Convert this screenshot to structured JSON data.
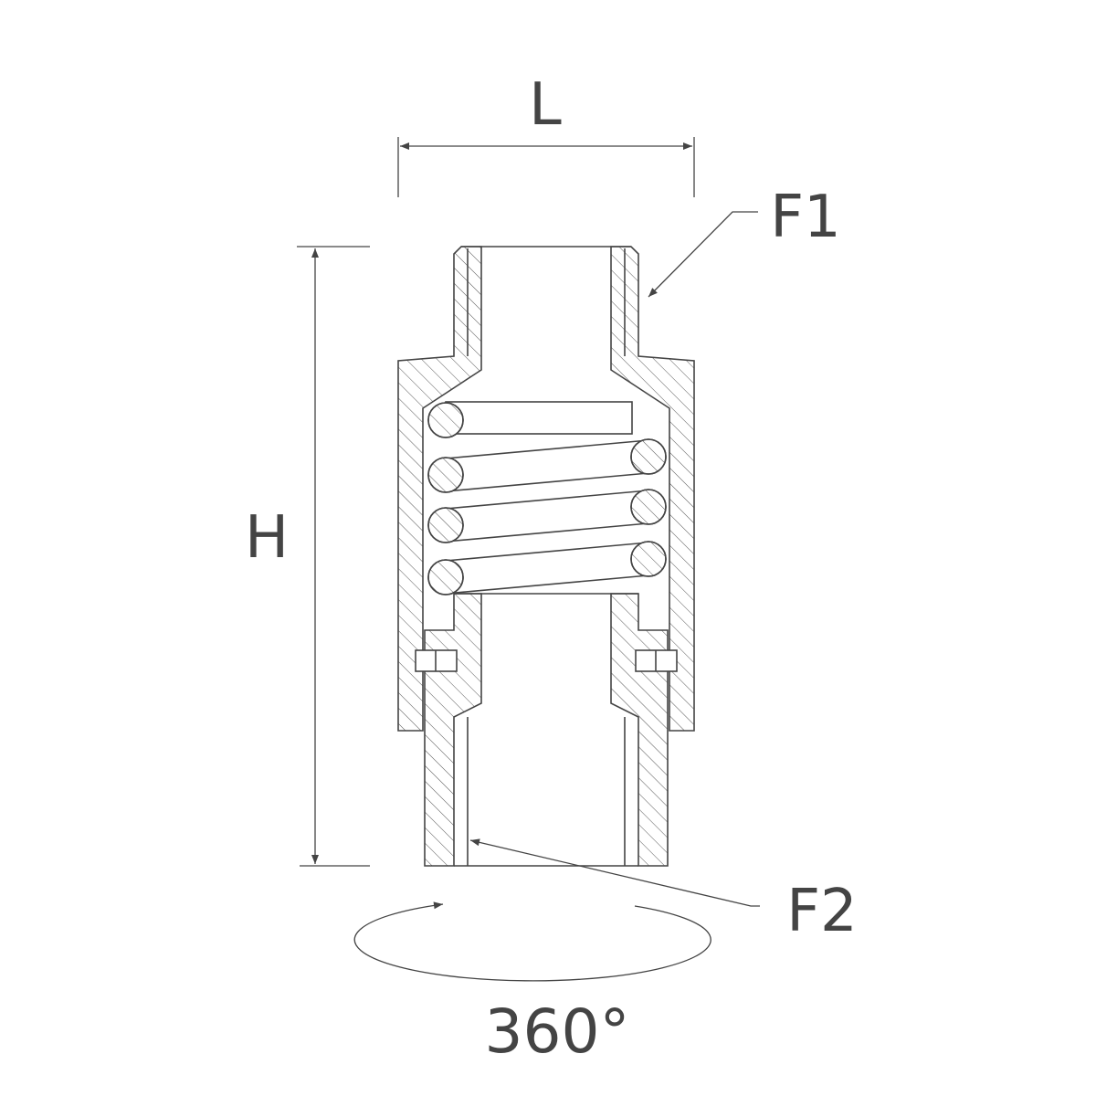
{
  "labels": {
    "length": "L",
    "height": "H",
    "face1": "F1",
    "face2": "F2",
    "rotation": "360°"
  },
  "colors": {
    "line": "#444444",
    "text": "#444444",
    "background": "#ffffff"
  }
}
